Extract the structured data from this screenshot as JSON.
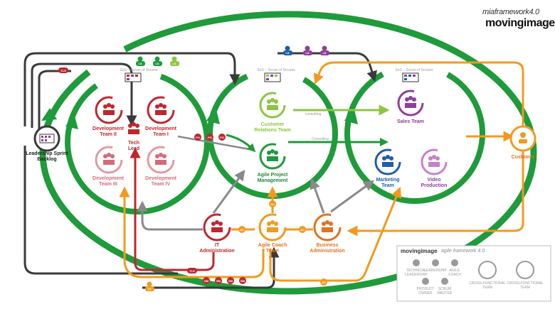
{
  "brand": {
    "framework": "miaframework4.0",
    "company": "movingimage"
  },
  "nodes": {
    "leadership_backlog": "Leadership Sprint\nBacklog",
    "dev_team_2": "Development\nTeam II",
    "dev_team_1": "Development\nTeam I",
    "dev_team_3": "Development\nTeam III",
    "dev_team_4": "Development\nTeam IV",
    "tech_lead": "Tech\nLead",
    "customer_relations": "Customer\nRelations Team",
    "agile_pm": "Agile Project\nManagement",
    "sales_team": "Sales Team",
    "marketing_team": "Marketing\nTeam",
    "video_production": "Video\nProduction",
    "customer": "Customer",
    "it_admin": "IT\nAdministration",
    "agile_coach": "Agile Coach\nTeam",
    "business_admin": "Business\nAdministration"
  },
  "sos_labels": {
    "left": "SoS – Scrum of Scrums",
    "middle": "SoS – Scrum of Scrums",
    "right": "SoS – Scrum of Scrums"
  },
  "connector_labels": {
    "consulting_top": "consulting",
    "consulting_mid": "Consulting"
  },
  "badges": {
    "tls": "TLS",
    "ls": "LS",
    "po": "PO",
    "sm": "SM",
    "ac": "AC"
  },
  "legend": {
    "brand": "movingimage",
    "subtitle": "agile framework 4.0",
    "items": [
      "TECHNICAL\nLEADERSHIP",
      "LEADERSHIP",
      "AGILE\nCOACH",
      "PRODUCT\nOWNER",
      "SCRUM\nMASTER"
    ],
    "circle_labels": [
      "CROSS-FUNCTIONAL TEAM",
      "CROSS-FUNCTIONAL TEAM"
    ]
  },
  "colors": {
    "green": "#1e9b3a",
    "red": "#c0272d",
    "orange": "#f39a1e",
    "purple": "#8e3f9b",
    "blue": "#1f5ea8",
    "lime": "#8cc63f",
    "gray": "#8a8a8a",
    "dark": "#3a3a3a",
    "pink": "#d46b7a"
  }
}
